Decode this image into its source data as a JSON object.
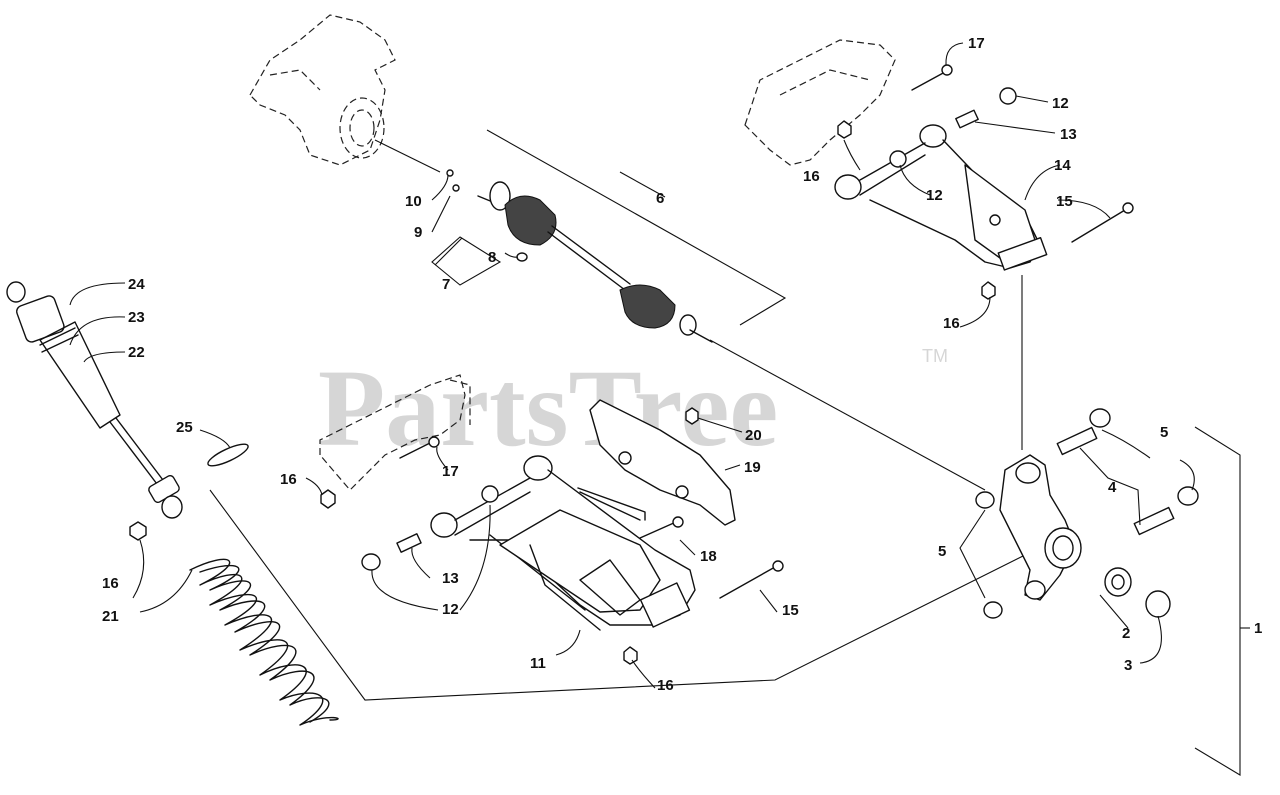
{
  "watermark": {
    "text": "PartsTree",
    "trademark": "TM"
  },
  "callouts": [
    {
      "id": "c1",
      "text": "1"
    },
    {
      "id": "c2",
      "text": "2"
    },
    {
      "id": "c3",
      "text": "3"
    },
    {
      "id": "c4",
      "text": "4"
    },
    {
      "id": "c5a",
      "text": "5"
    },
    {
      "id": "c5b",
      "text": "5"
    },
    {
      "id": "c6",
      "text": "6"
    },
    {
      "id": "c7",
      "text": "7"
    },
    {
      "id": "c8",
      "text": "8"
    },
    {
      "id": "c9",
      "text": "9"
    },
    {
      "id": "c10",
      "text": "10"
    },
    {
      "id": "c11",
      "text": "11"
    },
    {
      "id": "c12a",
      "text": "12"
    },
    {
      "id": "c12b",
      "text": "12"
    },
    {
      "id": "c12c",
      "text": "12"
    },
    {
      "id": "c13a",
      "text": "13"
    },
    {
      "id": "c13b",
      "text": "13"
    },
    {
      "id": "c14",
      "text": "14"
    },
    {
      "id": "c15a",
      "text": "15"
    },
    {
      "id": "c15b",
      "text": "15"
    },
    {
      "id": "c16a",
      "text": "16"
    },
    {
      "id": "c16b",
      "text": "16"
    },
    {
      "id": "c16c",
      "text": "16"
    },
    {
      "id": "c16d",
      "text": "16"
    },
    {
      "id": "c16e",
      "text": "16"
    },
    {
      "id": "c17a",
      "text": "17"
    },
    {
      "id": "c17b",
      "text": "17"
    },
    {
      "id": "c18",
      "text": "18"
    },
    {
      "id": "c19",
      "text": "19"
    },
    {
      "id": "c20",
      "text": "20"
    },
    {
      "id": "c21",
      "text": "21"
    },
    {
      "id": "c22",
      "text": "22"
    },
    {
      "id": "c23",
      "text": "23"
    },
    {
      "id": "c24",
      "text": "24"
    },
    {
      "id": "c25",
      "text": "25"
    }
  ]
}
